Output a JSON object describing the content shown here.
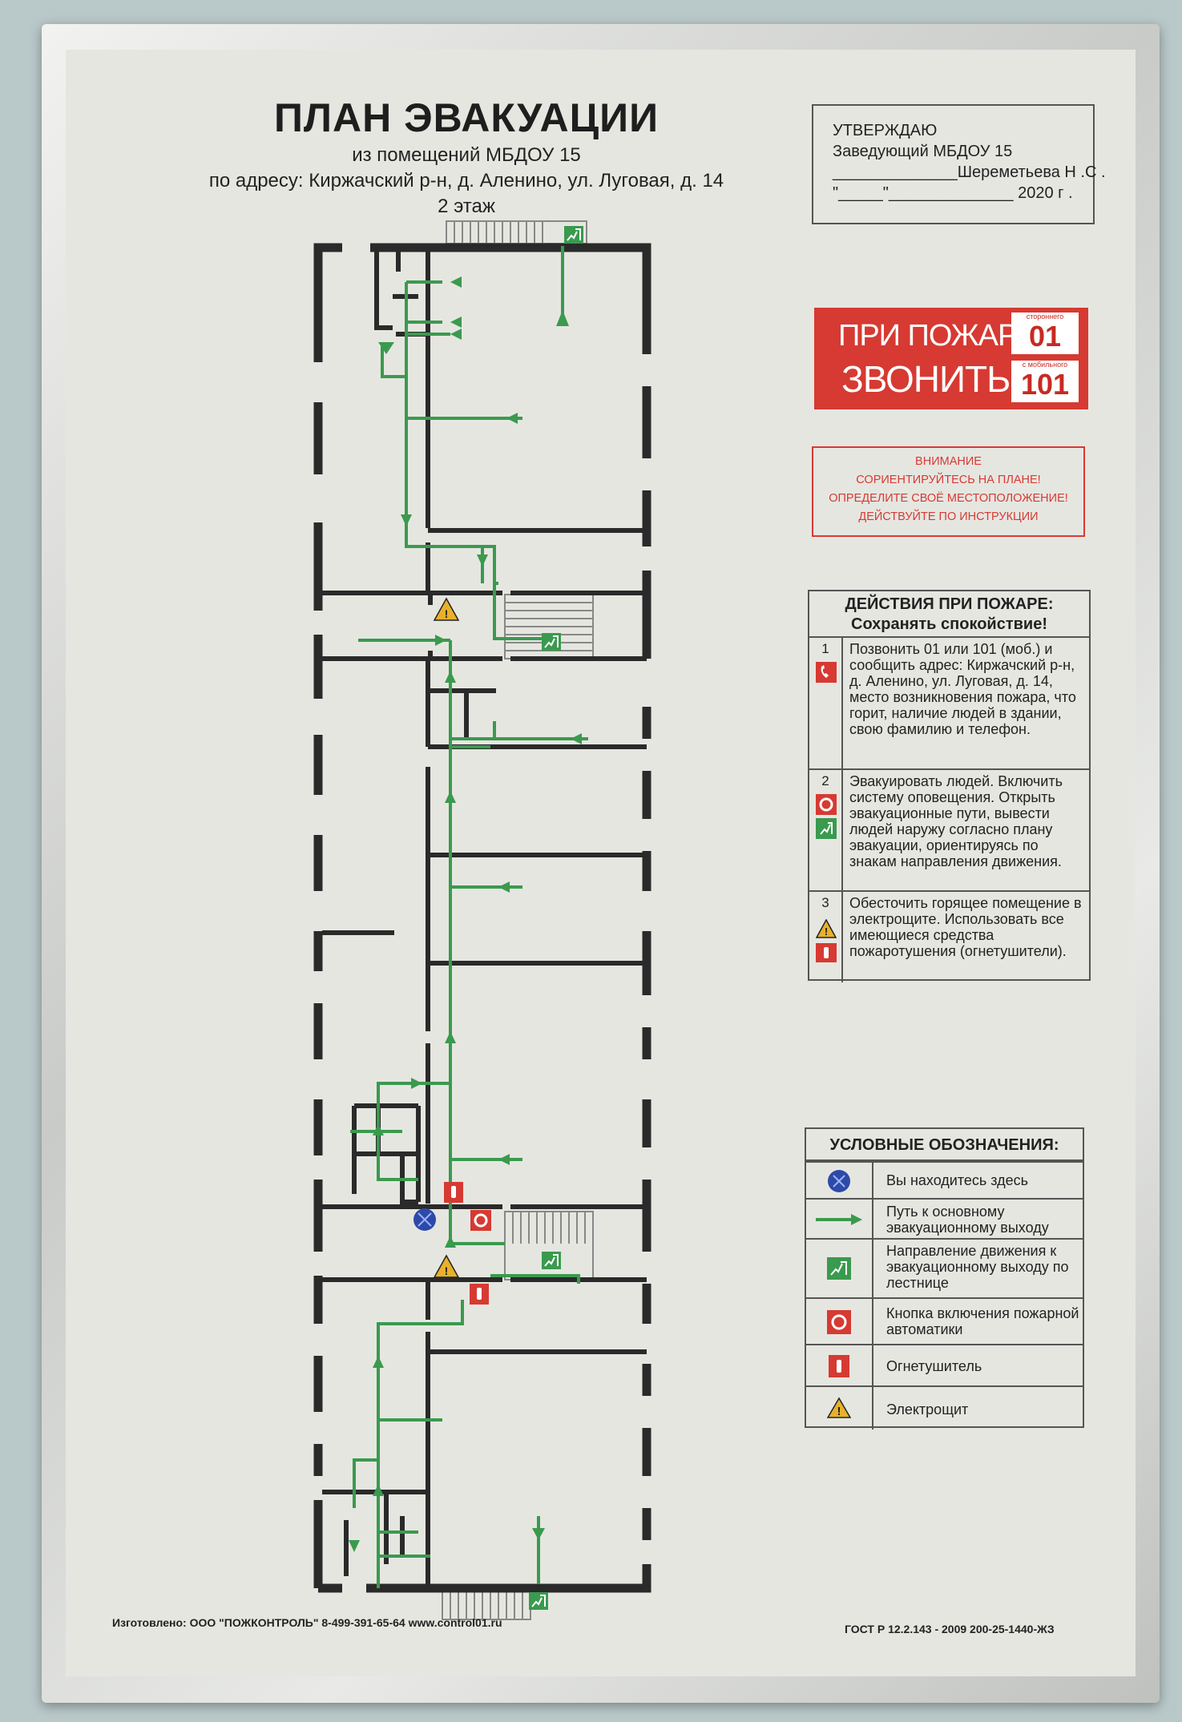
{
  "header": {
    "title": "ПЛАН ЭВАКУАЦИИ",
    "line1": "из помещений МБДОУ 15",
    "line2": "по адресу: Киржачский р-н, д. Аленино, ул. Луговая, д. 14",
    "floor": "2 этаж"
  },
  "approve": {
    "l1": "УТВЕРЖДАЮ",
    "l2": "Заведующий МБДОУ 15",
    "l3": "______________Шереметьева Н .С .",
    "l4": "\"_____\"______________ 2020 г ."
  },
  "fire_call": {
    "line1": "ПРИ ПОЖАРЕ",
    "line2": "ЗВОНИТЬ",
    "city_caption": "стороннего",
    "city_number": "01",
    "mobile_caption": "с мобильного",
    "mobile_number": "101"
  },
  "attention": {
    "l1": "ВНИМАНИЕ",
    "l2": "СОРИЕНТИРУЙТЕСЬ НА ПЛАНЕ!",
    "l3": "ОПРЕДЕЛИТЕ СВОЁ МЕСТОПОЛОЖЕНИЕ!",
    "l4": "ДЕЙСТВУЙТЕ ПО ИНСТРУКЦИИ"
  },
  "actions": {
    "head1": "ДЕЙСТВИЯ ПРИ ПОЖАРЕ:",
    "head2": "Сохранять спокойствие!",
    "items": [
      {
        "n": "1",
        "text": "Позвонить 01 или 101 (моб.) и сообщить адрес: Киржачский р-н, д. Аленино, ул. Луговая, д. 14, место возникновения пожара, что горит, наличие людей в здании, свою фамилию и телефон."
      },
      {
        "n": "2",
        "text": "Эвакуировать людей. Включить систему оповещения. Открыть эвакуационные пути, вывести людей наружу согласно плану эвакуации, ориентируясь по знакам направления движения."
      },
      {
        "n": "3",
        "text": "Обесточить горящее помещение в электрощите. Использовать все имеющиеся средства пожаротушения (огнетушители)."
      }
    ]
  },
  "legend": {
    "title": "УСЛОВНЫЕ ОБОЗНАЧЕНИЯ:",
    "items": [
      {
        "icon": "you-are-here-icon",
        "label": "Вы находитесь здесь"
      },
      {
        "icon": "evacuation-path-arrow-icon",
        "label": "Путь к основному эвакуационному выходу"
      },
      {
        "icon": "stair-exit-sign-icon",
        "label": "Направление движения к эвакуационному выходу по лестнице"
      },
      {
        "icon": "fire-alarm-button-icon",
        "label": "Кнопка включения пожарной автоматики"
      },
      {
        "icon": "extinguisher-icon",
        "label": "Огнетушитель"
      },
      {
        "icon": "electrical-panel-icon",
        "label": "Электрощит"
      }
    ]
  },
  "footer": {
    "maker": "Изготовлено:  ООО \"ПОЖКОНТРОЛЬ\" 8-499-391-65-64 www.control01.ru",
    "gost": "ГОСТ Р 12.2.143 - 2009 200-25-1440-ЖЗ"
  },
  "colors": {
    "wall": "#2a2a2a",
    "path": "#3a9a4e",
    "red": "#d63a32",
    "you": "#2d4aa8"
  }
}
